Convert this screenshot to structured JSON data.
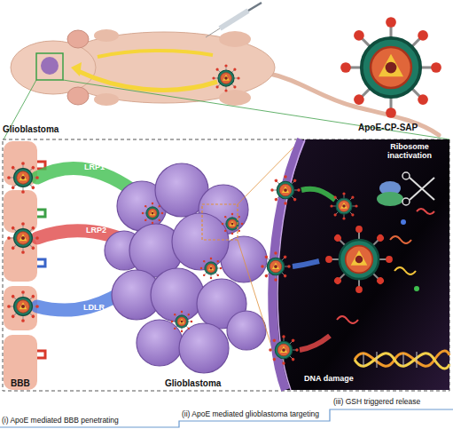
{
  "diagram": {
    "labels": [
      "Glioblastoma",
      "ApoE-CP-SAP",
      "Ribosome inactivation",
      "LRP1",
      "LRP2",
      "LDLR",
      "DNA damage",
      "BBB",
      "Glioblastoma",
      "(iii) GSH triggered release",
      "(i) ApoE mediated BBB penetrating",
      "(ii) ApoE mediated glioblastoma targeting"
    ]
  }
}
